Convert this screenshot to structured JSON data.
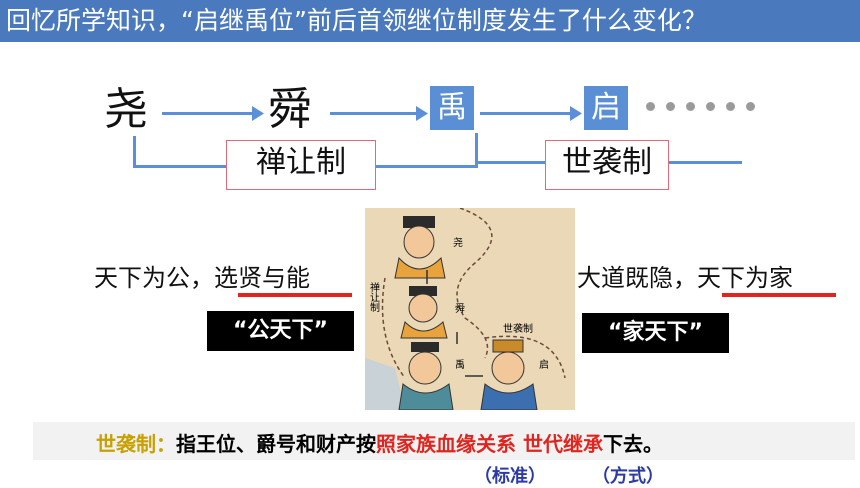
{
  "header": {
    "question": "回忆所学知识，“启继禹位”前后首领继位制度发生了什么变化？"
  },
  "chain": {
    "yao": "尧",
    "shun": "舜",
    "yu": "禹",
    "qi": "启",
    "abdication_label": "禅让制",
    "hereditary_label": "世袭制"
  },
  "left_saying": {
    "prefix": "天下为公，",
    "highlight": "选贤与能",
    "tag": "“公天下”"
  },
  "right_saying": {
    "prefix": "大道既隐，",
    "highlight": "天下为家",
    "tag": "“家天下”"
  },
  "illustration": {
    "caption_abdication": "禅让制",
    "caption_hereditary": "世袭制",
    "name_yao": "尧",
    "name_shun": "舜",
    "name_yu": "禹",
    "name_qi": "启"
  },
  "definition": {
    "term": "世袭制：",
    "part1": "指王位、爵号和财产按",
    "basis": "照家族血缘关系",
    "method": "世代继承",
    "end": "下去。"
  },
  "notes": {
    "standard": "（标准）",
    "manner": "（方式）"
  },
  "colors": {
    "header_bg": "#4a79be",
    "accent_red": "#e0251f",
    "term_gold": "#c8a000",
    "note_blue": "#2c3aa8"
  }
}
